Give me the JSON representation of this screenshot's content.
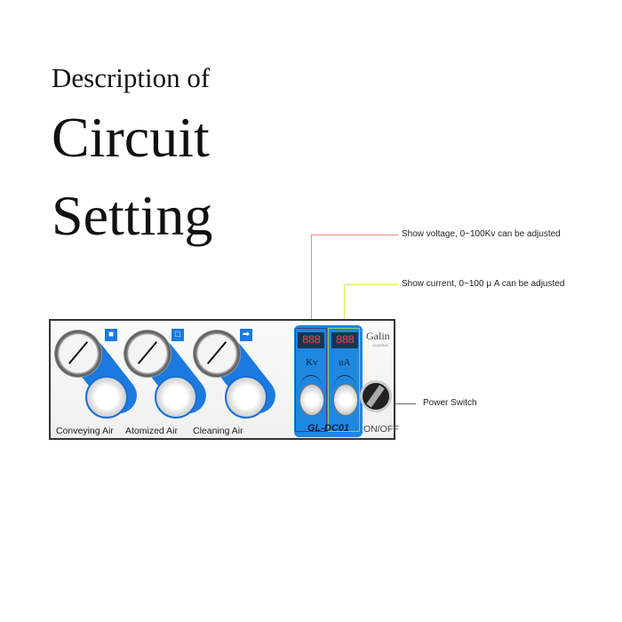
{
  "heading": {
    "line1": "Description of",
    "line2": "Circuit",
    "line3": "Setting"
  },
  "annotations": {
    "voltage": "Show voltage, 0~100Kv can be adjusted",
    "current": "Show current, 0~100 μ A can be adjusted",
    "power": "Power Switch"
  },
  "panel": {
    "gauges": [
      {
        "label": "Conveying Air"
      },
      {
        "label": "Atomized Air"
      },
      {
        "label": "Cleaning Air"
      }
    ],
    "controller": {
      "kv_display": "888",
      "ua_display": "888",
      "kv_label": "Kv",
      "ua_label": "uA",
      "model": "GL-DC01",
      "brand": "Galin",
      "brand_sub": "COATING"
    },
    "power_label": "ON/OFF"
  },
  "colors": {
    "accent": "#1e87e0",
    "voltage_line": "#e88",
    "current_line": "#e8e060"
  }
}
